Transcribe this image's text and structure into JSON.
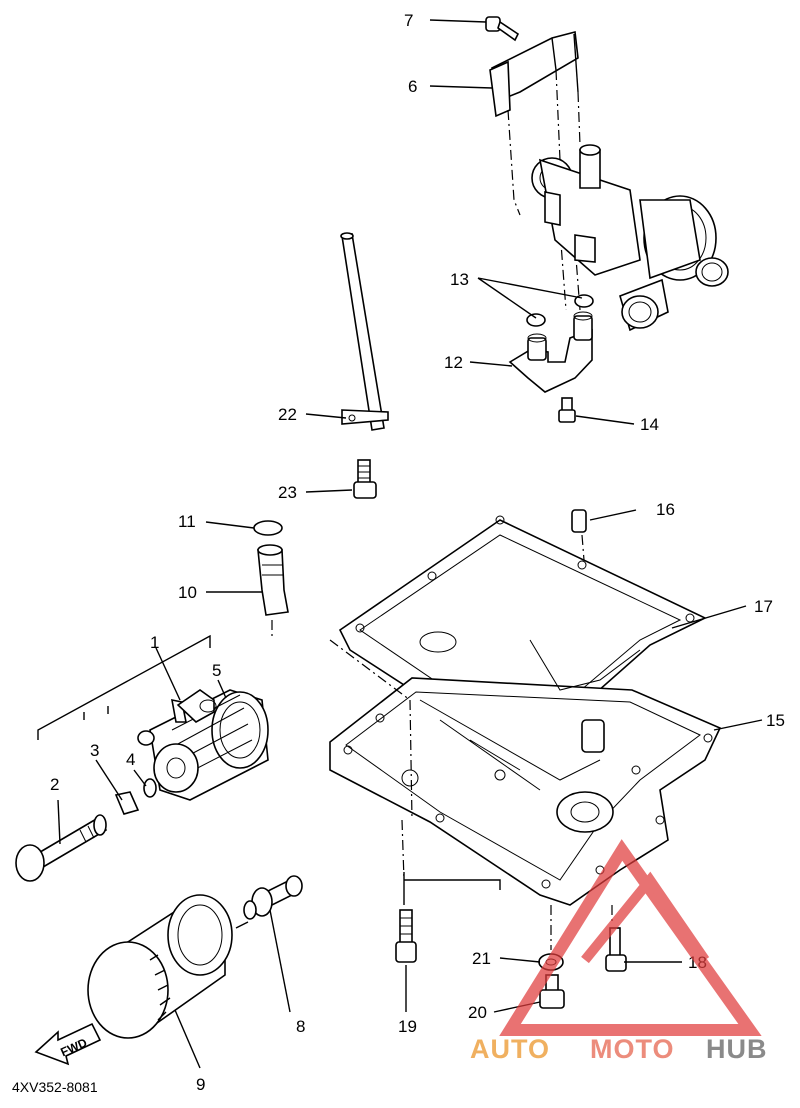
{
  "diagram_code": "4XV352-8081",
  "fwd_label": "FWD",
  "watermark": {
    "text_a": "AUTO",
    "text_b": "MOTO",
    "text_c": "HUB",
    "color_a": "#f0b060",
    "color_b": "#ec8c7c",
    "color_c": "#8a8a8a",
    "mark_color": "#e03c3c"
  },
  "parts": [
    {
      "num": "1"
    },
    {
      "num": "2"
    },
    {
      "num": "3"
    },
    {
      "num": "4"
    },
    {
      "num": "5"
    },
    {
      "num": "6"
    },
    {
      "num": "7"
    },
    {
      "num": "8"
    },
    {
      "num": "9"
    },
    {
      "num": "10"
    },
    {
      "num": "11"
    },
    {
      "num": "12"
    },
    {
      "num": "13"
    },
    {
      "num": "14"
    },
    {
      "num": "15"
    },
    {
      "num": "16"
    },
    {
      "num": "17"
    },
    {
      "num": "18"
    },
    {
      "num": "19"
    },
    {
      "num": "20"
    },
    {
      "num": "21"
    },
    {
      "num": "22"
    },
    {
      "num": "23"
    }
  ]
}
